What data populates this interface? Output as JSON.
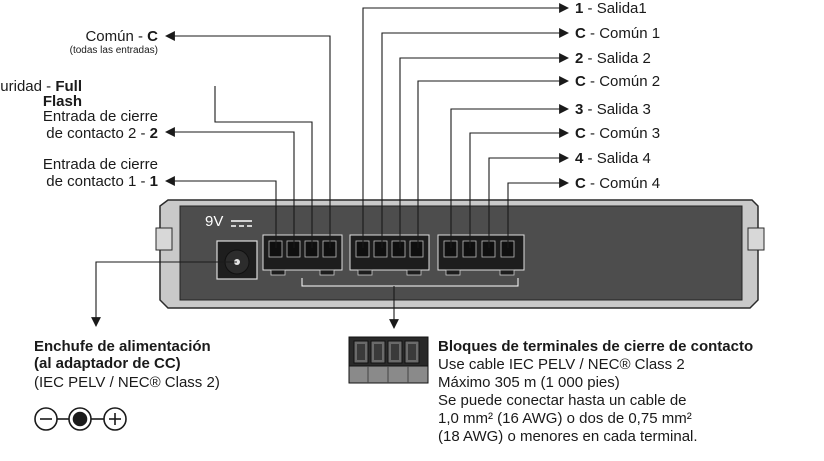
{
  "outputs": [
    {
      "num": "1",
      "sep": " -",
      "name": "Salida1"
    },
    {
      "num": "C",
      "sep": " -",
      "name": "Común 1"
    },
    {
      "num": "2",
      "sep": " -",
      "name": "Salida 2"
    },
    {
      "num": "C",
      "sep": " -",
      "name": "Común 2"
    },
    {
      "num": "3",
      "sep": " -",
      "name": "Salida 3"
    },
    {
      "num": "C",
      "sep": " -",
      "name": "Común 3"
    },
    {
      "num": "4",
      "sep": " -",
      "name": "Salida 4"
    },
    {
      "num": "C",
      "sep": " -",
      "name": "Común 4"
    }
  ],
  "inputs": {
    "common": {
      "text": "Común - ",
      "bold": "C",
      "note": "(todas las entradas)"
    },
    "security": {
      "text": "Seguridad - ",
      "bold1": "Full",
      "bold2": "Flash"
    },
    "contact2": {
      "line1": "Entrada de cierre",
      "line2": "de contacto 2 - ",
      "bold": "2"
    },
    "contact1": {
      "line1": "Entrada de cierre",
      "line2": "de contacto 1 - ",
      "bold": "1"
    }
  },
  "device": {
    "voltage_label": "9V"
  },
  "power": {
    "title1": "Enchufe de alimentación",
    "title2": "(al adaptador de CC)",
    "spec": "(IEC PELV / NEC® Class 2)"
  },
  "terminal_block": {
    "title": "Bloques de terminales de cierre de contacto",
    "lines": [
      "Use cable IEC PELV / NEC® Class 2",
      "Máximo 305 m (1 000 pies)",
      "Se puede conectar hasta un cable de",
      "1,0 mm² (16 AWG) o dos de 0,75 mm²",
      "(18 AWG) o menores en cada terminal."
    ]
  }
}
